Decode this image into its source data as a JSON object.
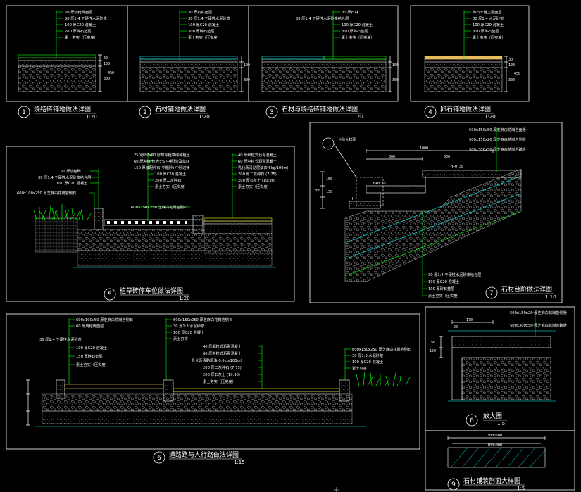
{
  "details": [
    {
      "num": "1",
      "title": "烧结砖铺地做法详图",
      "scale": "1:20",
      "notes": [
        "60 厚烧结砖面层",
        "30 厚1:4 干硬性水泥砂浆",
        "100 厚C20 混凝土",
        "200 厚碎石垫层",
        "素土夯实（压实度）"
      ],
      "dims": [
        "60",
        "100",
        "300",
        "450"
      ]
    },
    {
      "num": "2",
      "title": "石材铺地做法详图",
      "scale": "1:20",
      "notes": [
        "30 厚石材面层",
        "30 厚1:4 干硬性水泥砂浆",
        "100 厚C20 混凝土",
        "300 厚碎石垫层",
        "素土夯实（压实度）"
      ],
      "dims": [
        "100",
        "300"
      ]
    },
    {
      "num": "3",
      "title": "石材与烧结砖铺地做法详图",
      "scale": "1:20",
      "notes": [
        "30 厚石材",
        "30 厚1:4 干硬性水泥砂浆结合层",
        "100 厚C20 混凝土",
        "300 厚碎石垫层",
        "素土夯实（压实度）"
      ],
      "dims": [
        "100",
        "300"
      ]
    },
    {
      "num": "4",
      "title": "卵石铺地做法详图",
      "scale": "1:20",
      "notes": [
        "卵石干铺上层面层",
        "30 厚1:4 水泥砂浆",
        "100 厚C20 混凝土",
        "300 厚碎石垫层",
        "素土夯实（压实度）"
      ],
      "dims": [
        "30",
        "100",
        "300",
        "450"
      ]
    },
    {
      "num": "5",
      "title": "植草砖停车位做法详图",
      "scale": "1:20",
      "notes_left": [
        "60 厚烧结砖",
        "30 厚1:4 干硬性水泥砂浆结合层",
        "100 厚C20 混凝土",
        "600x100x250 厚芝麻白花岗岩侧石"
      ],
      "notes_mid": [
        "250厚80x80 厚草坪植草砖种植土",
        "60 厚种植土(含5% 中粗砂)及草籽",
        "150 厚级配碎石(中粗砂) 中砂过筛",
        "100 厚C20 混凝土",
        "200 厚二灰碎石",
        "素土夯实（压实度）"
      ],
      "notes_right": [
        "40 厚细粒式沥青混凝土",
        "60 厚中粒式沥青混凝土",
        "乳化沥青黏层油(0.6kg/100m)",
        "200 厚二灰碎石 (7:75)",
        "200 厚石灰土 (10:90)",
        "素土夯实（压实度）"
      ],
      "curb": "600X150X250 芝麻白花岗岩侧石"
    },
    {
      "num": "6",
      "title": "道路路与人行路做法详图",
      "scale": "1:15",
      "notes_left": [
        "600x100x50 厚芝麻白花岗岩侧石",
        "60 厚烧结砖面层",
        "30 厚1:4 干硬性水泥砂浆",
        "100 厚C20 混凝土",
        "150 厚碎石垫层",
        "素土夯实（压实度）"
      ],
      "notes_mid": [
        "600x150x250 厚芝麻白花岗岩侧石",
        "30 厚1:3 水泥砂浆",
        "100 厚C20 混凝土",
        "素土夯实"
      ],
      "notes_road": [
        "40 厚细粒式沥青混凝土",
        "60 厚中粒式沥青混凝土",
        "乳化沥青黏层油(0.6kg/100m)",
        "200 厚二灰碎石 (7:75)",
        "200 厚石灰土 (10:90)",
        "素土夯实（压实度）"
      ],
      "notes_right": [
        "600x150x250 厚芝麻白花岗岩侧石",
        "30 厚1:3 水泥砂浆",
        "100 厚C20 混凝土",
        "素土夯实"
      ]
    },
    {
      "num": "7",
      "title": "石材台阶做法详图",
      "scale": "1:10",
      "ref": "台阶大样图",
      "notes_top": [
        "500x150x50 厚芝麻白花岗岩面板",
        "500x150x20 厚芝麻白花岗岩侧板",
        "500x300x50 厚芝麻白花岗岩踏板"
      ],
      "notes_bottom": [
        "30 厚1:4 干硬性水泥砂浆结合层",
        "100 厚C20 混凝土",
        "100 厚碎石垫层",
        "素土夯实（压实度）"
      ],
      "dims": [
        "1000",
        "300",
        "300",
        "H+0.15",
        "H+0.30",
        "H",
        "150",
        "150",
        "300"
      ]
    },
    {
      "num": "6",
      "title": "放大图",
      "scale": "1:5",
      "notes": [
        "500x150x20 厚芝麻白花岗岩侧板",
        "500x300x50 厚芝麻白花岗岩踏板"
      ],
      "dims": [
        "170",
        "20",
        "150",
        "50"
      ]
    },
    {
      "num": "9",
      "title": "石材铺装剖面大样图",
      "scale": "1:5",
      "dims": [
        "300~600",
        "100~800"
      ]
    }
  ],
  "colors": {
    "background": "#000000",
    "frame": "#ffffff",
    "leader": "#00ff00",
    "hatch": "#00ffff",
    "accent": "#ffff00"
  }
}
